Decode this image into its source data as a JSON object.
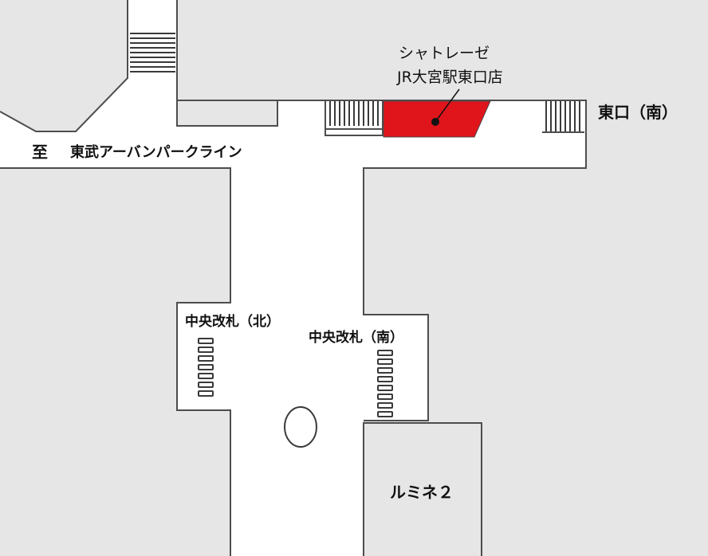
{
  "map": {
    "store_name": "シャトレーゼ",
    "store_branch": "JR大宮駅東口店",
    "east_exit": "東口（南）",
    "to_marker": "至",
    "tobu_line": "東武アーバンパークライン",
    "central_gate_north": "中央改札（北）",
    "central_gate_south": "中央改札（南）",
    "lumine": "ルミネ２"
  },
  "colors": {
    "block": "#e6e6e6",
    "walkway": "#ffffff",
    "outline": "#4d4d4d",
    "store": "#e0141b",
    "stairs": "#3a3a3a"
  }
}
